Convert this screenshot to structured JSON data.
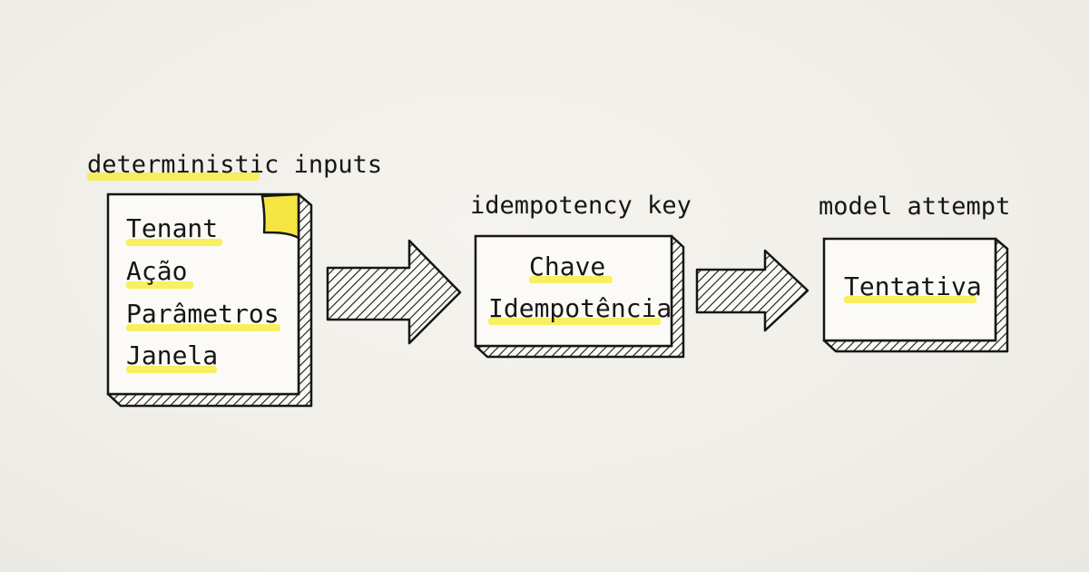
{
  "colors": {
    "ink": "#161616",
    "highlight": "#f7ec46",
    "sticky_note": "#f5e542",
    "box_fill": "#fbfaf6",
    "background": "#f2f0eb"
  },
  "icons": {
    "arrow": "hatched-block-arrow-right",
    "note_corner": "yellow-folded-corner"
  },
  "inputs_group": {
    "caption": "deterministic inputs",
    "items": [
      "Tenant",
      "Ação",
      "Parâmetros",
      "Janela"
    ]
  },
  "key_group": {
    "caption": "idempotency key",
    "lines": [
      "Chave",
      "Idempotência"
    ]
  },
  "attempt_group": {
    "caption": "model attempt",
    "label": "Tentativa"
  }
}
